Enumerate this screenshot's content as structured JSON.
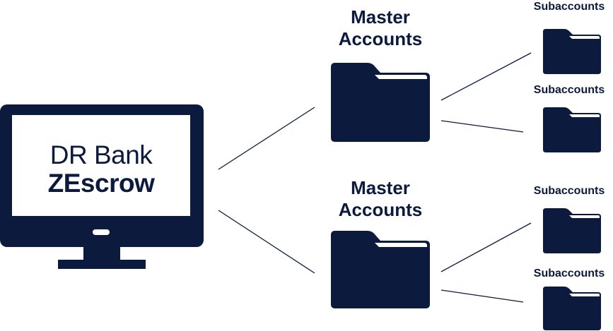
{
  "colors": {
    "navy": "#0b1a3d",
    "background": "#ffffff",
    "screen": "#ffffff"
  },
  "computer": {
    "line1": "DR Bank",
    "line2": "ZEscrow"
  },
  "master_accounts": [
    {
      "label_line1": "Master",
      "label_line2": "Accounts",
      "subaccounts": [
        {
          "label": "Subaccounts"
        },
        {
          "label": "Subaccounts"
        }
      ]
    },
    {
      "label_line1": "Master",
      "label_line2": "Accounts",
      "subaccounts": [
        {
          "label": "Subaccounts"
        },
        {
          "label": "Subaccounts"
        }
      ]
    }
  ],
  "icons": {
    "computer": "monitor-icon",
    "folder": "folder-icon"
  }
}
